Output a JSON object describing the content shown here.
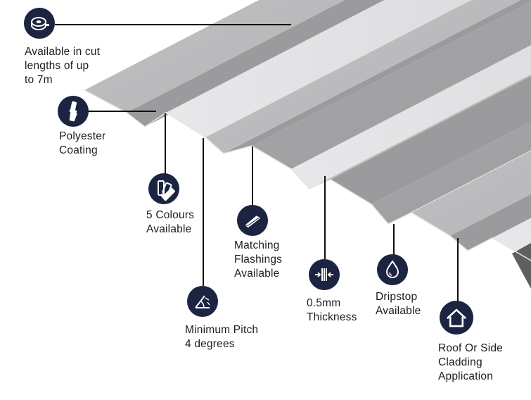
{
  "features": [
    {
      "id": "cut-lengths",
      "icon": "tape-measure-icon",
      "lines": [
        "Available in cut",
        "lengths of up",
        "to 7m"
      ]
    },
    {
      "id": "polyester-coating",
      "icon": "paint-brush-icon",
      "lines": [
        "Polyester",
        "Coating"
      ]
    },
    {
      "id": "colours",
      "icon": "colour-swatch-icon",
      "lines": [
        "5 Colours",
        "Available"
      ]
    },
    {
      "id": "minimum-pitch",
      "icon": "angle-pitch-icon",
      "lines": [
        "Minimum Pitch",
        "4 degrees"
      ]
    },
    {
      "id": "flashings",
      "icon": "flashing-icon",
      "lines": [
        "Matching",
        "Flashings",
        "Available"
      ]
    },
    {
      "id": "thickness",
      "icon": "thickness-icon",
      "lines": [
        "0.5mm",
        "Thickness"
      ]
    },
    {
      "id": "dripstop",
      "icon": "water-drop-icon",
      "lines": [
        "Dripstop",
        "Available"
      ]
    },
    {
      "id": "application",
      "icon": "house-icon",
      "lines": [
        "Roof Or Side",
        "Cladding",
        "Application"
      ]
    }
  ],
  "colors": {
    "badge": "#1b2440",
    "sheet_light": "#d2d2d4",
    "sheet_mid": "#b6b6b8",
    "sheet_dark": "#8f8f92",
    "leader": "#111111"
  }
}
